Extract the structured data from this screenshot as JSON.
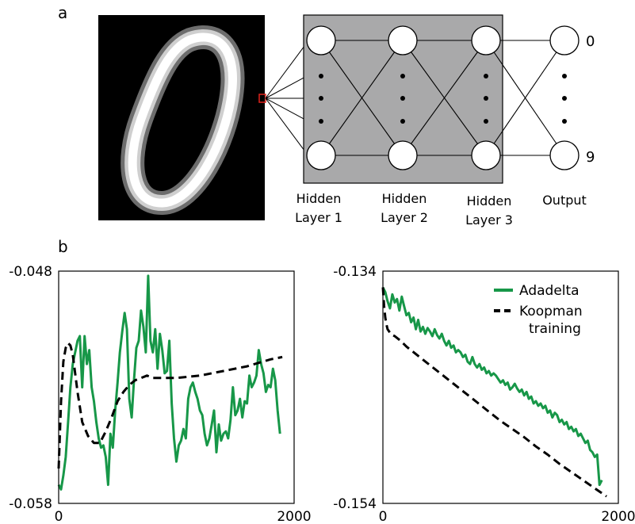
{
  "panel_a": {
    "letter": "a",
    "layer_labels": [
      [
        "Hidden",
        "Layer 1"
      ],
      [
        "Hidden",
        "Layer 2"
      ],
      [
        "Hidden",
        "Layer 3"
      ],
      [
        "Output"
      ]
    ],
    "output_labels": [
      "0",
      "9"
    ]
  },
  "panel_b": {
    "letter": "b"
  },
  "colors": {
    "adadelta": "#179748",
    "koopman": "#000000",
    "network_fill": "#a9a9aa",
    "pixel_highlight": "#e0231c"
  },
  "chart_data": [
    {
      "type": "line",
      "xlim": [
        0,
        2000
      ],
      "ylim": [
        -0.058,
        -0.048
      ],
      "ytick_labels": [
        "-0.048",
        "-0.058"
      ],
      "xtick_labels": [
        "0",
        "2000"
      ],
      "grid": false,
      "series": [
        {
          "style": "solid",
          "x": [
            0,
            20,
            40,
            60,
            80,
            100,
            120,
            140,
            160,
            180,
            200,
            220,
            240,
            260,
            280,
            300,
            320,
            340,
            360,
            380,
            400,
            420,
            440,
            460,
            480,
            500,
            520,
            540,
            560,
            580,
            600,
            620,
            640,
            660,
            680,
            700,
            720,
            740,
            760,
            780,
            800,
            820,
            840,
            860,
            880,
            900,
            920,
            940,
            960,
            980,
            1000,
            1020,
            1040,
            1060,
            1080,
            1100,
            1120,
            1140,
            1160,
            1180,
            1200,
            1220,
            1240,
            1260,
            1280,
            1300,
            1320,
            1340,
            1360,
            1380,
            1400,
            1420,
            1440,
            1460,
            1480,
            1500,
            1520,
            1540,
            1560,
            1580,
            1600,
            1620,
            1640,
            1660,
            1680,
            1700,
            1720,
            1740,
            1760,
            1780,
            1800,
            1820,
            1840,
            1860,
            1880
          ],
          "y": [
            -0.0572,
            -0.0574,
            -0.0568,
            -0.056,
            -0.0545,
            -0.053,
            -0.052,
            -0.0515,
            -0.051,
            -0.0508,
            -0.053,
            -0.0508,
            -0.052,
            -0.0514,
            -0.053,
            -0.0536,
            -0.0545,
            -0.0552,
            -0.0556,
            -0.0555,
            -0.056,
            -0.0572,
            -0.055,
            -0.0556,
            -0.054,
            -0.0528,
            -0.0515,
            -0.0506,
            -0.0498,
            -0.0505,
            -0.0535,
            -0.0543,
            -0.0527,
            -0.0513,
            -0.051,
            -0.0497,
            -0.0504,
            -0.0515,
            -0.0482,
            -0.051,
            -0.0515,
            -0.0505,
            -0.0522,
            -0.0507,
            -0.0514,
            -0.0524,
            -0.0523,
            -0.051,
            -0.0537,
            -0.0552,
            -0.0562,
            -0.0555,
            -0.0553,
            -0.0548,
            -0.0552,
            -0.0535,
            -0.053,
            -0.0528,
            -0.0532,
            -0.0535,
            -0.054,
            -0.0542,
            -0.055,
            -0.0555,
            -0.0552,
            -0.0546,
            -0.054,
            -0.0558,
            -0.0546,
            -0.0553,
            -0.055,
            -0.0549,
            -0.0552,
            -0.0544,
            -0.053,
            -0.0542,
            -0.054,
            -0.0535,
            -0.0543,
            -0.0536,
            -0.0537,
            -0.0525,
            -0.053,
            -0.0528,
            -0.0525,
            -0.0514,
            -0.052,
            -0.0524,
            -0.0532,
            -0.0529,
            -0.053,
            -0.0522,
            -0.0527,
            -0.054,
            -0.055
          ]
        },
        {
          "style": "dashed",
          "x": [
            0,
            20,
            40,
            60,
            80,
            100,
            120,
            140,
            160,
            200,
            250,
            300,
            350,
            400,
            450,
            500,
            550,
            600,
            650,
            700,
            750,
            800,
            900,
            1000,
            1200,
            1400,
            1600,
            1800,
            1900
          ],
          "y": [
            -0.0565,
            -0.0536,
            -0.0519,
            -0.0513,
            -0.0511,
            -0.0512,
            -0.0516,
            -0.0524,
            -0.0532,
            -0.0545,
            -0.0551,
            -0.0554,
            -0.0554,
            -0.0549,
            -0.0543,
            -0.0536,
            -0.0532,
            -0.0529,
            -0.0527,
            -0.0526,
            -0.0525,
            -0.0526,
            -0.0526,
            -0.0526,
            -0.0525,
            -0.0523,
            -0.0521,
            -0.0518,
            -0.0517
          ]
        }
      ]
    },
    {
      "type": "line",
      "xlim": [
        0,
        2000
      ],
      "ylim": [
        -0.154,
        -0.134
      ],
      "ytick_labels": [
        "-0.134",
        "-0.154"
      ],
      "xtick_labels": [
        "0",
        "2000"
      ],
      "grid": false,
      "legend": {
        "position": "top-right",
        "entries": [
          {
            "label": "Adadelta",
            "style": "solid"
          },
          {
            "label": "Koopman\ntraining",
            "style": "dashed"
          }
        ]
      },
      "series": [
        {
          "style": "solid",
          "x": [
            0,
            20,
            40,
            60,
            80,
            100,
            120,
            140,
            160,
            180,
            200,
            220,
            240,
            260,
            280,
            300,
            320,
            340,
            360,
            380,
            400,
            420,
            440,
            460,
            480,
            500,
            520,
            540,
            560,
            580,
            600,
            620,
            640,
            660,
            680,
            700,
            720,
            740,
            760,
            780,
            800,
            820,
            840,
            860,
            880,
            900,
            920,
            940,
            960,
            980,
            1000,
            1020,
            1040,
            1060,
            1080,
            1100,
            1120,
            1140,
            1160,
            1180,
            1200,
            1220,
            1240,
            1260,
            1280,
            1300,
            1320,
            1340,
            1360,
            1380,
            1400,
            1420,
            1440,
            1460,
            1480,
            1500,
            1520,
            1540,
            1560,
            1580,
            1600,
            1620,
            1640,
            1660,
            1680,
            1700,
            1720,
            1740,
            1760,
            1780,
            1800,
            1820,
            1840,
            1860
          ],
          "y": [
            -0.1354,
            -0.1358,
            -0.1366,
            -0.1372,
            -0.136,
            -0.1367,
            -0.1364,
            -0.1374,
            -0.1362,
            -0.137,
            -0.1378,
            -0.1376,
            -0.1384,
            -0.138,
            -0.139,
            -0.1382,
            -0.1392,
            -0.1388,
            -0.1394,
            -0.1389,
            -0.1392,
            -0.1396,
            -0.139,
            -0.1395,
            -0.1398,
            -0.1394,
            -0.14,
            -0.1404,
            -0.14,
            -0.1406,
            -0.1404,
            -0.141,
            -0.1408,
            -0.141,
            -0.1414,
            -0.1412,
            -0.1418,
            -0.142,
            -0.1414,
            -0.142,
            -0.1423,
            -0.142,
            -0.1425,
            -0.1423,
            -0.1428,
            -0.1426,
            -0.143,
            -0.1428,
            -0.143,
            -0.1433,
            -0.1436,
            -0.1434,
            -0.1438,
            -0.1436,
            -0.1442,
            -0.144,
            -0.1437,
            -0.1441,
            -0.1444,
            -0.1442,
            -0.1447,
            -0.1444,
            -0.145,
            -0.1448,
            -0.1454,
            -0.1452,
            -0.1456,
            -0.1454,
            -0.1458,
            -0.1456,
            -0.1462,
            -0.146,
            -0.1466,
            -0.1462,
            -0.1464,
            -0.147,
            -0.1468,
            -0.1472,
            -0.147,
            -0.1476,
            -0.1474,
            -0.1478,
            -0.1476,
            -0.1482,
            -0.148,
            -0.1484,
            -0.1488,
            -0.1486,
            -0.1494,
            -0.1496,
            -0.15,
            -0.1498,
            -0.1524,
            -0.152
          ]
        },
        {
          "style": "dashed",
          "x": [
            0,
            10,
            20,
            30,
            40,
            60,
            80,
            100,
            150,
            200,
            300,
            400,
            500,
            600,
            700,
            800,
            900,
            1000,
            1100,
            1200,
            1300,
            1400,
            1500,
            1600,
            1700,
            1800,
            1900
          ],
          "y": [
            -0.1354,
            -0.137,
            -0.138,
            -0.1386,
            -0.139,
            -0.1393,
            -0.1395,
            -0.1396,
            -0.14,
            -0.1405,
            -0.1413,
            -0.1421,
            -0.1429,
            -0.1437,
            -0.1445,
            -0.1453,
            -0.1461,
            -0.1469,
            -0.1476,
            -0.1483,
            -0.1491,
            -0.1498,
            -0.1506,
            -0.1513,
            -0.152,
            -0.1527,
            -0.1534
          ]
        }
      ]
    }
  ]
}
